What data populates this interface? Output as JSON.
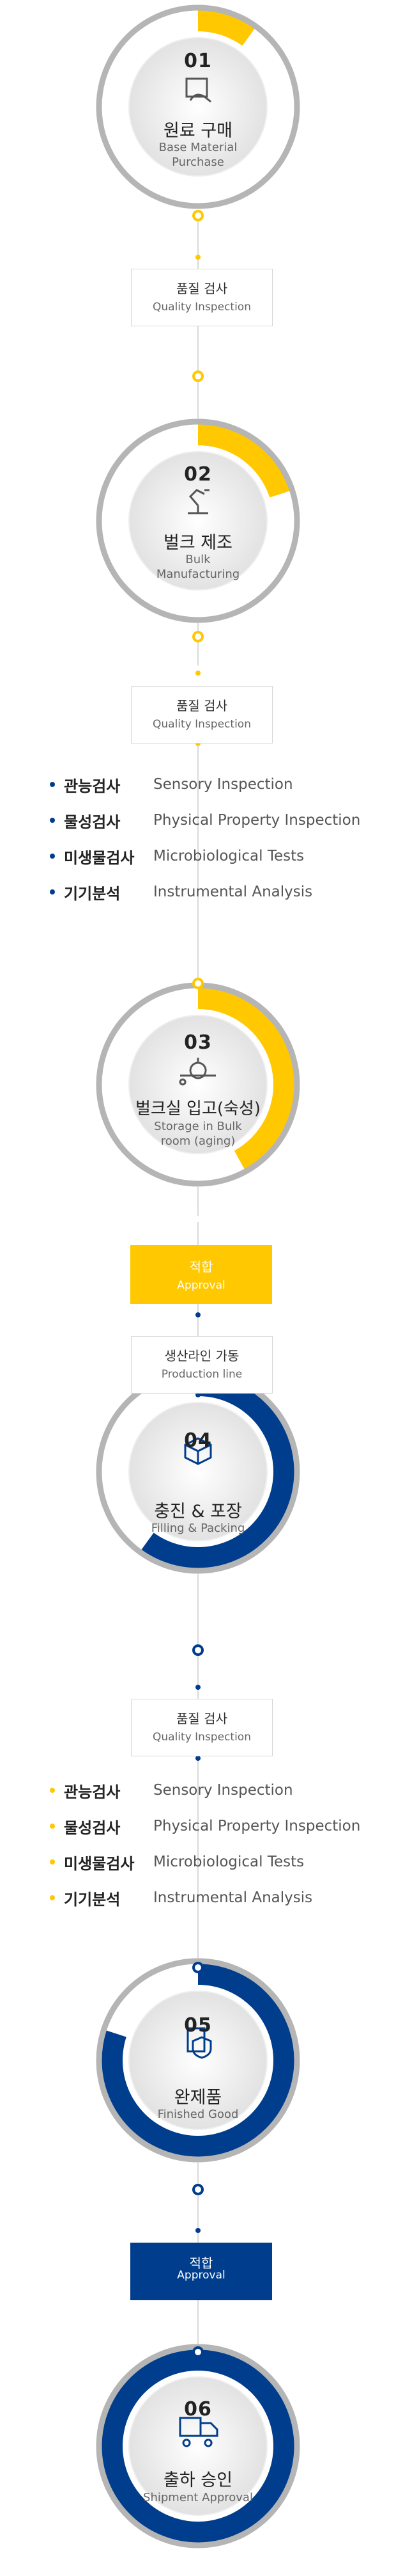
{
  "colors": {
    "accent_yellow": "#ffc800",
    "accent_blue": "#003d8c",
    "ring_gray": "#b5b5b5",
    "text_dark": "#222222"
  },
  "steps": [
    {
      "num": "01",
      "ko": "원료 구매",
      "en1": "Base Material",
      "en2": "Purchase",
      "icon": "hand-box-icon",
      "progress": 0.1,
      "color": "yellow"
    },
    {
      "num": "02",
      "ko": "벌크 제조",
      "en1": "Bulk",
      "en2": "Manufacturing",
      "icon": "robot-arm-icon",
      "progress": 0.2,
      "color": "yellow"
    },
    {
      "num": "03",
      "ko": "벌크실 입고(숙성)",
      "en1": "Storage in Bulk",
      "en2": "room (aging)",
      "icon": "conveyor-icon",
      "progress": 0.42,
      "color": "yellow"
    },
    {
      "num": "04",
      "ko": "충진 & 포장",
      "en1": "Filling & Packing",
      "en2": "",
      "icon": "package-icon",
      "progress": 0.6,
      "color": "blue"
    },
    {
      "num": "05",
      "ko": "완제품",
      "en1": "Finished Good",
      "en2": "",
      "icon": "shield-product-icon",
      "progress": 0.8,
      "color": "blue"
    },
    {
      "num": "06",
      "ko": "출하 승인",
      "en1": "Shipment Approval",
      "en2": "",
      "icon": "truck-icon",
      "progress": 1.0,
      "color": "blue"
    }
  ],
  "boxes": {
    "qi1": {
      "ko": "품질 검사",
      "en": "Quality Inspection"
    },
    "qi2": {
      "ko": "품질 검사",
      "en": "Quality Inspection"
    },
    "line": {
      "ko": "생산라인 가동",
      "en": "Production line"
    },
    "qi3": {
      "ko": "품질 검사",
      "en": "Quality Inspection"
    }
  },
  "badges": {
    "approval1": {
      "ko": "적합",
      "en": "Approval"
    },
    "approval2": {
      "ko": "적합",
      "en": "Approval"
    }
  },
  "tests1": [
    {
      "ko": "관능검사",
      "en": "Sensory Inspection"
    },
    {
      "ko": "물성검사",
      "en": "Physical Property Inspection"
    },
    {
      "ko": "미생물검사",
      "en": "Microbiological Tests"
    },
    {
      "ko": "기기분석",
      "en": "Instrumental Analysis"
    }
  ],
  "tests2": [
    {
      "ko": "관능검사",
      "en": "Sensory Inspection"
    },
    {
      "ko": "물성검사",
      "en": "Physical Property Inspection"
    },
    {
      "ko": "미생물검사",
      "en": "Microbiological Tests"
    },
    {
      "ko": "기기분석",
      "en": "Instrumental Analysis"
    }
  ]
}
